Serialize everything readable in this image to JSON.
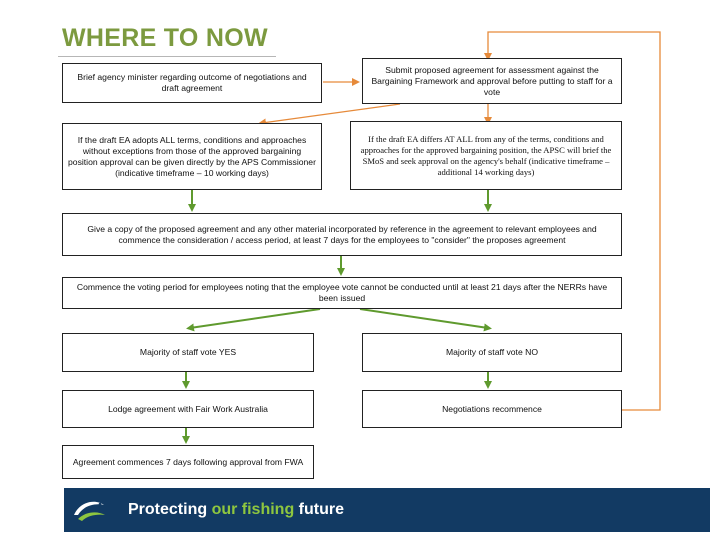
{
  "slide": {
    "title": "WHERE TO NOW",
    "colors": {
      "title": "#7c9a3f",
      "arrow_green": "#5f9a2e",
      "arrow_orange": "#e68a3a",
      "footer_bg": "#123a63",
      "footer_accent": "#8ec63f"
    },
    "boxes": {
      "brief": "Brief agency minister regarding outcome of negotiations and draft agreement",
      "submit": "Submit proposed agreement for assessment against the Bargaining Framework and approval before putting to staff for a vote",
      "adopts": "If the draft EA adopts ALL terms, conditions and approaches without exceptions from those of the approved bargaining position approval can be given directly by the APS Commissioner (indicative timeframe – 10 working days)",
      "differs": "If the draft EA differs AT ALL from any of the terms, conditions and approaches for the approved bargaining position, the APSC will brief the SMoS and seek approval on the agency's behalf (indicative timeframe – additional 14 working days)",
      "give_copy": "Give a copy of the proposed agreement and any other material incorporated by reference in the agreement to relevant employees and commence the consideration / access period, at least 7 days for the employees to \"consider\" the proposes agreement",
      "voting": "Commence the voting period for employees noting that the employee vote cannot be conducted until at least 21 days after the NERRs have been issued",
      "yes": "Majority of staff vote YES",
      "no": "Majority of staff vote NO",
      "lodge": "Lodge agreement with Fair Work Australia",
      "recommence": "Negotiations recommence",
      "commences": "Agreement commences 7 days following approval from FWA"
    },
    "footer": {
      "logo_icon": "fish-swirl-logo-icon",
      "text_prefix": "Protecting ",
      "text_accent": "our fishing",
      "text_suffix": " future"
    }
  }
}
